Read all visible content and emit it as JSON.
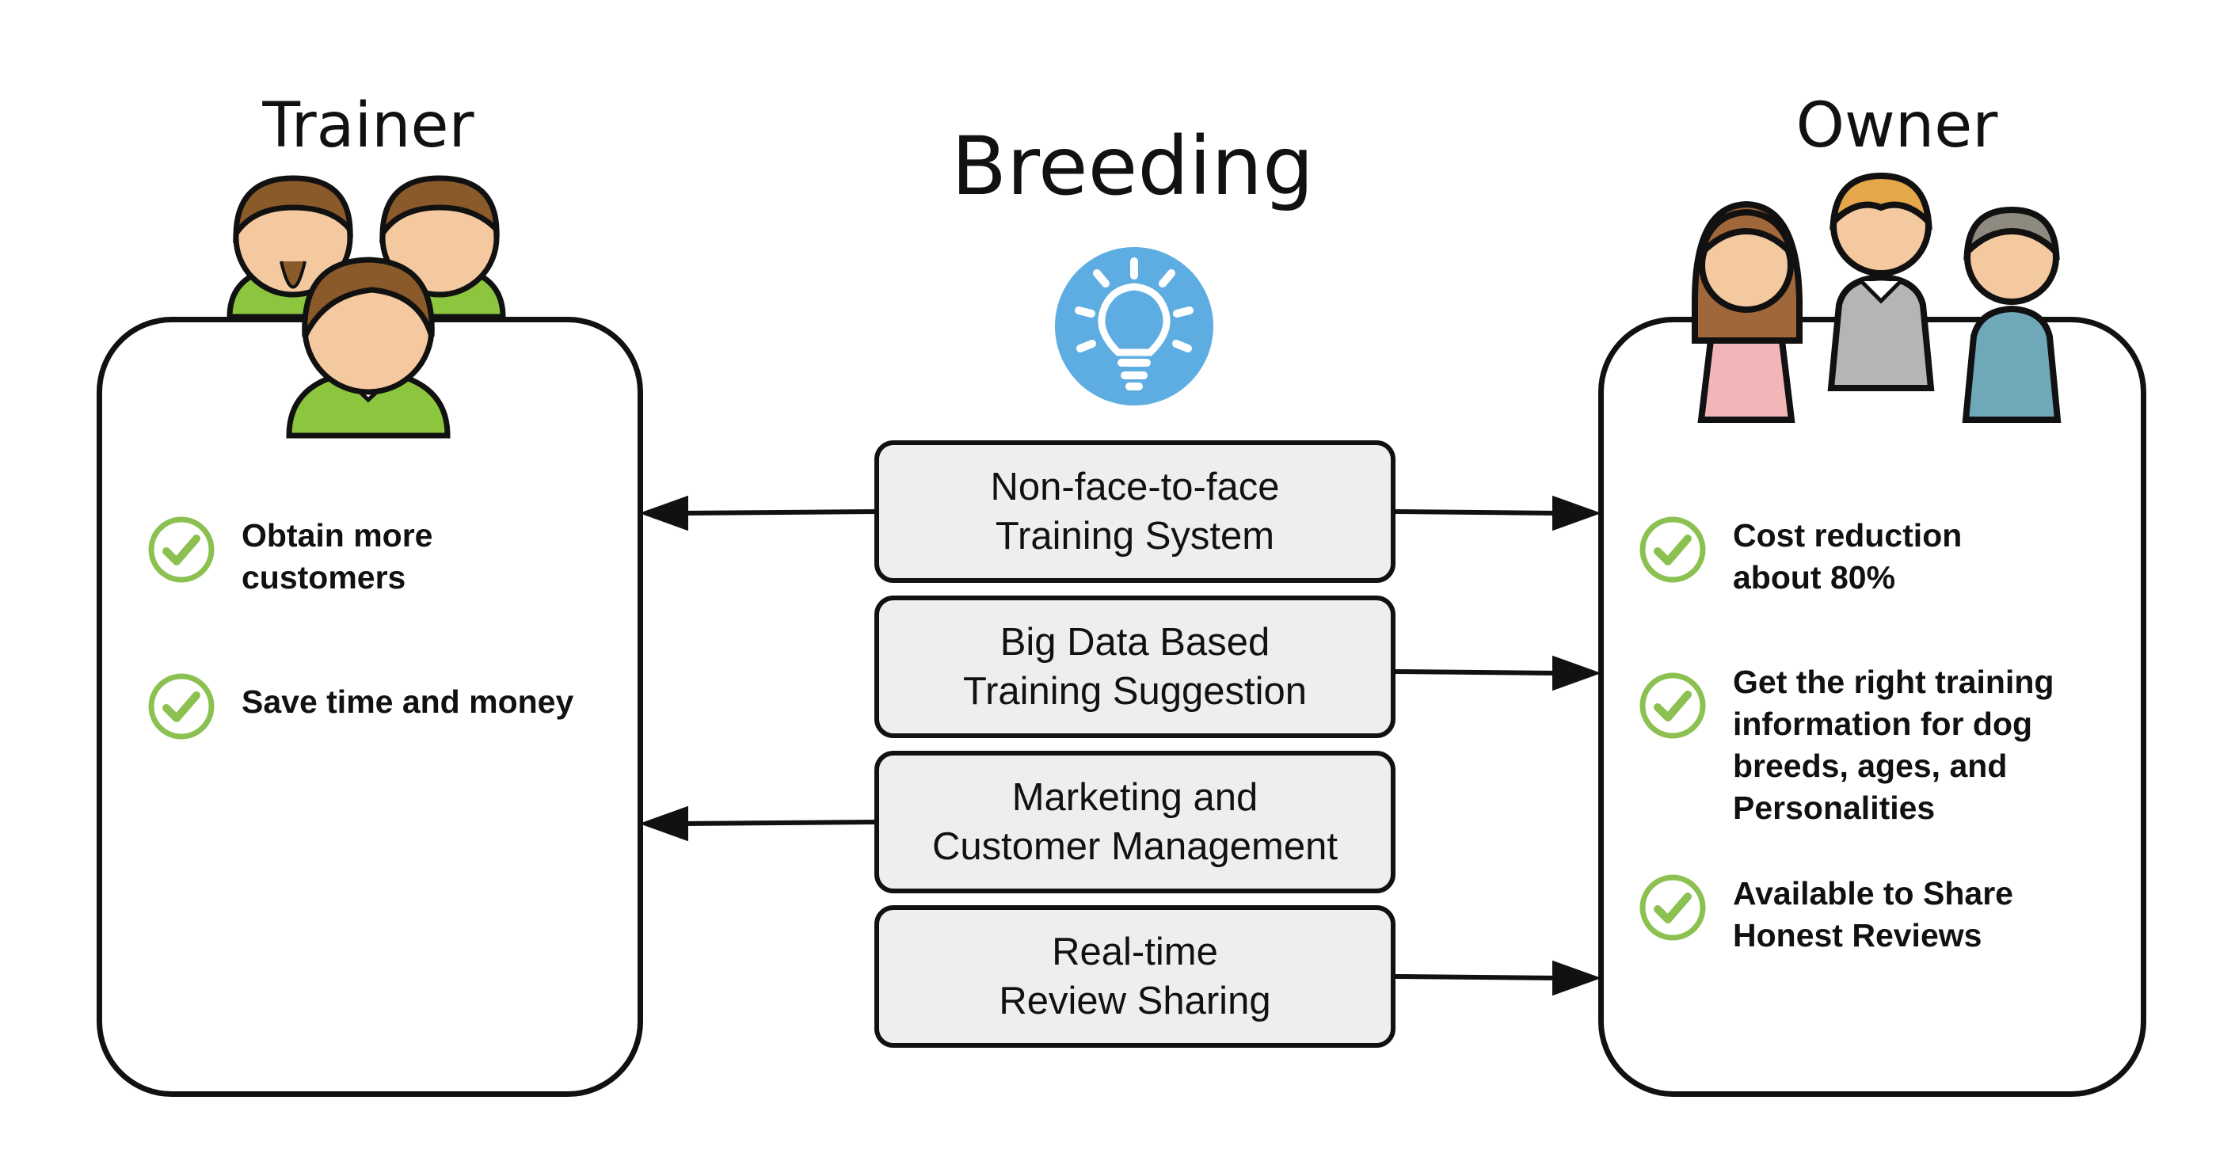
{
  "diagram": {
    "center_title": "Breeding",
    "left": {
      "title": "Trainer",
      "benefits": [
        "Obtain more\ncustomers",
        "Save time and money"
      ]
    },
    "right": {
      "title": "Owner",
      "benefits": [
        "Cost reduction\nabout 80%",
        "Get the right training\ninformation for dog\nbreeds, ages, and\nPersonalities",
        "Available to Share\nHonest Reviews"
      ]
    },
    "features": [
      "Non-face-to-face\nTraining System",
      "Big Data Based\nTraining Suggestion",
      "Marketing and\nCustomer Management",
      "Real-time\nReview Sharing"
    ],
    "colors": {
      "check_green": "#8cc152",
      "bulb_blue": "#5dade2",
      "trainer_shirt": "#8cc63f",
      "owner_pink": "#f2b5b8",
      "owner_gray": "#b5b5b5",
      "owner_teal": "#6fa8b8"
    }
  }
}
